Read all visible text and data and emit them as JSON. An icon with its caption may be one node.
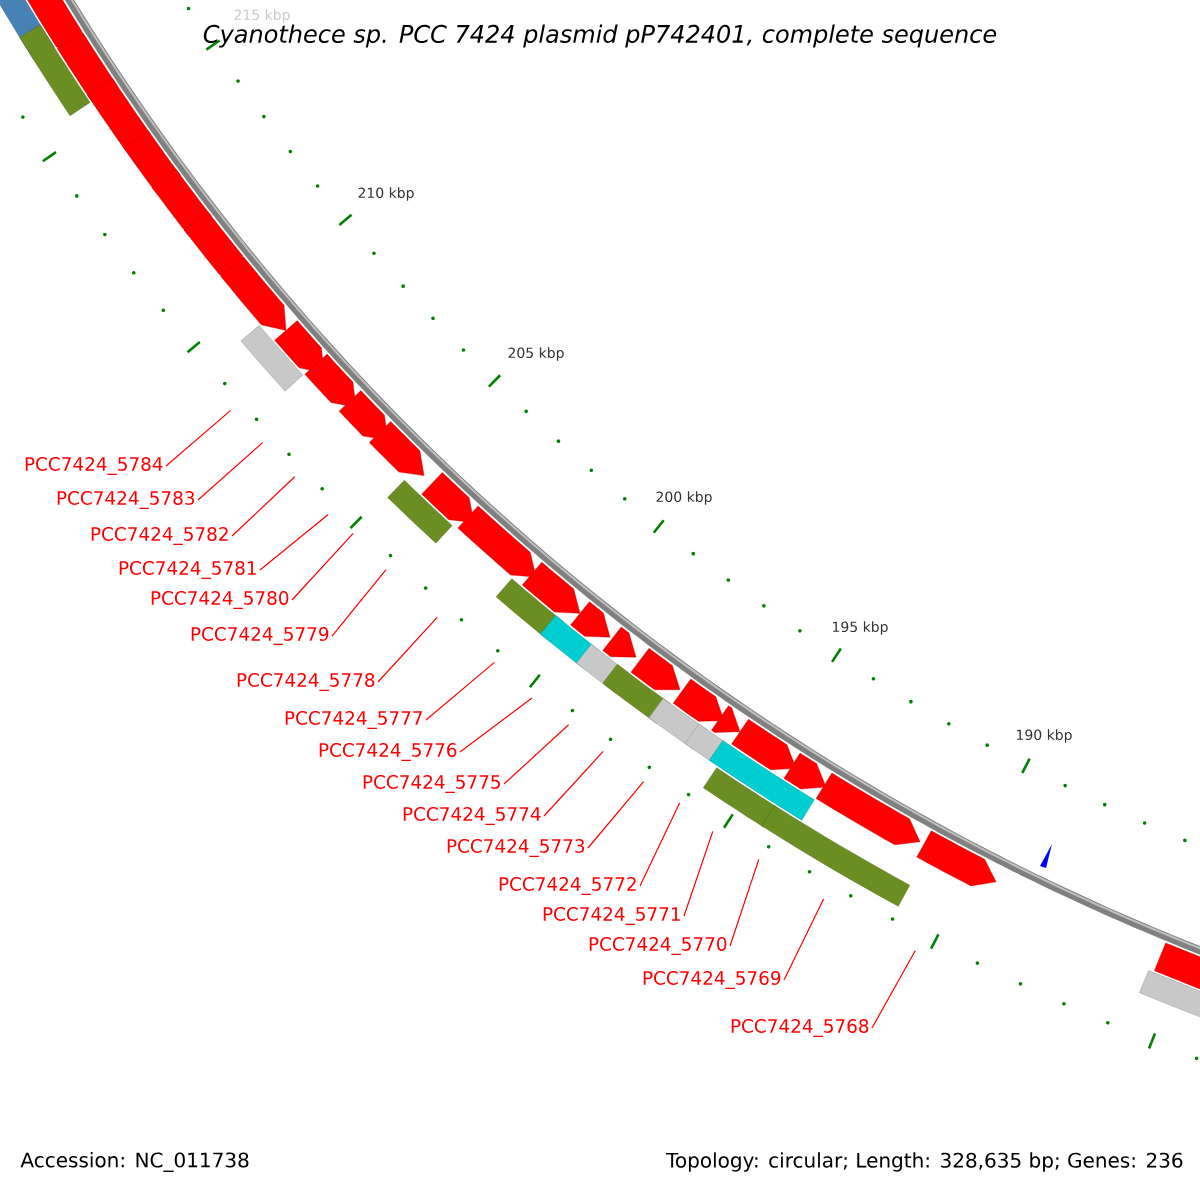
{
  "diagram": {
    "title": "Cyanothece sp. PCC 7424 plasmid pP742401, complete sequence",
    "nodes": [
      {
        "text": [
          "PCC7424_5784"
        ]
      },
      {
        "text": [
          "PCC7424_5783"
        ]
      },
      {
        "text": [
          "PCC7424_5782"
        ]
      },
      {
        "text": [
          "PCC7424_5781"
        ]
      },
      {
        "text": [
          "PCC7424_5780"
        ]
      },
      {
        "text": [
          "PCC7424_5779"
        ]
      },
      {
        "text": [
          "PCC7424_5778"
        ]
      },
      {
        "text": [
          "PCC7424_5777"
        ]
      },
      {
        "text": [
          "PCC7424_5776"
        ]
      },
      {
        "text": [
          "PCC7424_5775"
        ]
      },
      {
        "text": [
          "PCC7424_5774"
        ]
      },
      {
        "text": [
          "PCC7424_5773"
        ]
      },
      {
        "text": [
          "PCC7424_5772"
        ]
      },
      {
        "text": [
          "PCC7424_5771"
        ]
      },
      {
        "text": [
          "PCC7424_5770"
        ]
      },
      {
        "text": [
          "PCC7424_5769"
        ]
      },
      {
        "text": [
          "PCC7424_5768"
        ]
      }
    ],
    "edges": [
      {
        "from": 0,
        "to": null,
        "arrow": "none"
      },
      {
        "from": 1,
        "to": null,
        "arrow": "none"
      },
      {
        "from": 2,
        "to": null,
        "arrow": "none"
      },
      {
        "from": 3,
        "to": null,
        "arrow": "none"
      },
      {
        "from": 4,
        "to": null,
        "arrow": "none"
      },
      {
        "from": 5,
        "to": null,
        "arrow": "none"
      },
      {
        "from": 6,
        "to": null,
        "arrow": "none"
      },
      {
        "from": 7,
        "to": null,
        "arrow": "none"
      },
      {
        "from": 8,
        "to": null,
        "arrow": "none"
      },
      {
        "from": 9,
        "to": null,
        "arrow": "none"
      },
      {
        "from": 10,
        "to": null,
        "arrow": "none"
      },
      {
        "from": 11,
        "to": null,
        "arrow": "none"
      },
      {
        "from": 12,
        "to": null,
        "arrow": "none"
      },
      {
        "from": 13,
        "to": null,
        "arrow": "none"
      },
      {
        "from": 14,
        "to": null,
        "arrow": "none"
      },
      {
        "from": 15,
        "to": null,
        "arrow": "none"
      },
      {
        "from": 16,
        "to": null,
        "arrow": "none"
      }
    ],
    "labels": [
      "215 kbp",
      "210 kbp",
      "205 kbp",
      "200 kbp",
      "195 kbp",
      "190 kbp",
      "Accession: NC_011738",
      "Topology: circular; Length: 328,635 bp; Genes: 236"
    ]
  }
}
